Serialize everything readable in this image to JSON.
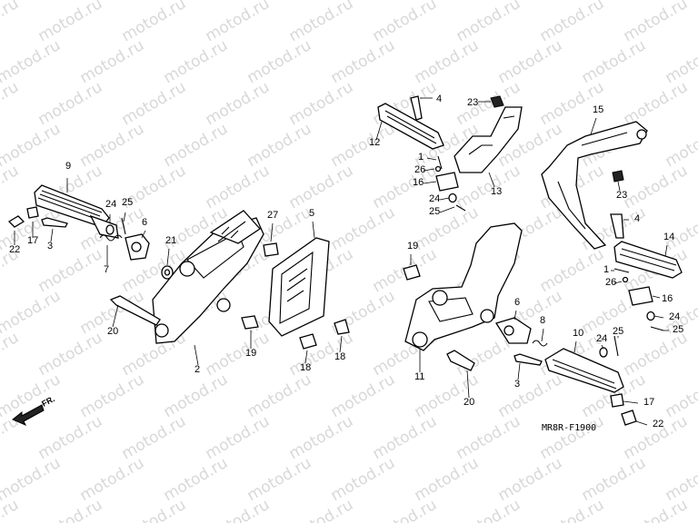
{
  "watermark": {
    "text": "motod.ru"
  },
  "diagram_code": "MR8R-F1900",
  "direction_label": "FR.",
  "callouts": [
    {
      "id": "c9",
      "label": "9"
    },
    {
      "id": "c22a",
      "label": "22"
    },
    {
      "id": "c17a",
      "label": "17"
    },
    {
      "id": "c3a",
      "label": "3"
    },
    {
      "id": "c24a",
      "label": "24"
    },
    {
      "id": "c25a",
      "label": "25"
    },
    {
      "id": "c6a",
      "label": "6"
    },
    {
      "id": "c7",
      "label": "7"
    },
    {
      "id": "c21",
      "label": "21"
    },
    {
      "id": "c27",
      "label": "27"
    },
    {
      "id": "c5",
      "label": "5"
    },
    {
      "id": "c20a",
      "label": "20"
    },
    {
      "id": "c2",
      "label": "2"
    },
    {
      "id": "c19a",
      "label": "19"
    },
    {
      "id": "c18a",
      "label": "18"
    },
    {
      "id": "c18b",
      "label": "18"
    },
    {
      "id": "c4a",
      "label": "4"
    },
    {
      "id": "c23a",
      "label": "23"
    },
    {
      "id": "c12",
      "label": "12"
    },
    {
      "id": "c1a",
      "label": "1"
    },
    {
      "id": "c26a",
      "label": "26"
    },
    {
      "id": "c16a",
      "label": "16"
    },
    {
      "id": "c24b",
      "label": "24"
    },
    {
      "id": "c25b",
      "label": "25"
    },
    {
      "id": "c13",
      "label": "13"
    },
    {
      "id": "c15",
      "label": "15"
    },
    {
      "id": "c23b",
      "label": "23"
    },
    {
      "id": "c4b",
      "label": "4"
    },
    {
      "id": "c14",
      "label": "14"
    },
    {
      "id": "c1b",
      "label": "1"
    },
    {
      "id": "c26b",
      "label": "26"
    },
    {
      "id": "c16b",
      "label": "16"
    },
    {
      "id": "c24c",
      "label": "24"
    },
    {
      "id": "c25c",
      "label": "25"
    },
    {
      "id": "c19b",
      "label": "19"
    },
    {
      "id": "c6b",
      "label": "6"
    },
    {
      "id": "c8",
      "label": "8"
    },
    {
      "id": "c10",
      "label": "10"
    },
    {
      "id": "c24d",
      "label": "24"
    },
    {
      "id": "c25d",
      "label": "25"
    },
    {
      "id": "c11",
      "label": "11"
    },
    {
      "id": "c3b",
      "label": "3"
    },
    {
      "id": "c20b",
      "label": "20"
    },
    {
      "id": "c17b",
      "label": "17"
    },
    {
      "id": "c22b",
      "label": "22"
    }
  ]
}
